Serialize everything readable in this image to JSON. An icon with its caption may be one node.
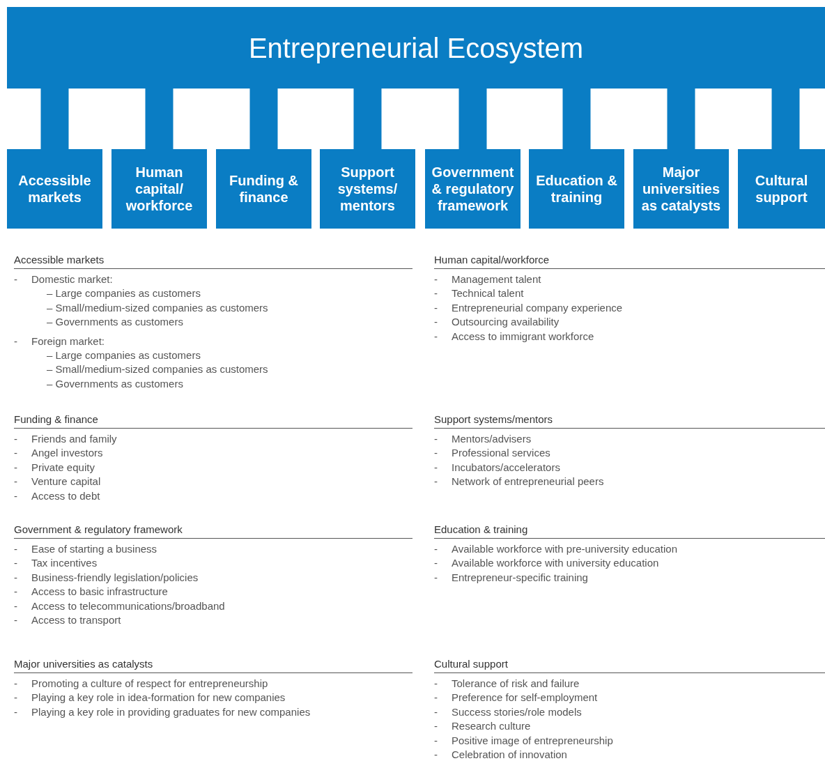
{
  "diagram": {
    "nodes": [
      {
        "text": [
          "Entrepreneurial Ecosystem"
        ]
      },
      {
        "text": [
          "Accessible markets"
        ]
      },
      {
        "text": [
          "Human capital/ workforce"
        ]
      },
      {
        "text": [
          "Funding & finance"
        ]
      },
      {
        "text": [
          "Support systems/ mentors"
        ]
      },
      {
        "text": [
          "Government & regulatory framework"
        ]
      },
      {
        "text": [
          "Education & training"
        ]
      },
      {
        "text": [
          "Major universities as catalysts"
        ]
      },
      {
        "text": [
          "Cultural support"
        ]
      }
    ],
    "edges": [
      {
        "from": 0,
        "to": 1,
        "arrow": "none"
      },
      {
        "from": 0,
        "to": 2,
        "arrow": "none"
      },
      {
        "from": 0,
        "to": 3,
        "arrow": "none"
      },
      {
        "from": 0,
        "to": 4,
        "arrow": "none"
      },
      {
        "from": 0,
        "to": 5,
        "arrow": "none"
      },
      {
        "from": 0,
        "to": 6,
        "arrow": "none"
      },
      {
        "from": 0,
        "to": 7,
        "arrow": "none"
      },
      {
        "from": 0,
        "to": 8,
        "arrow": "none"
      }
    ],
    "labels": [
      "Accessible markets",
      "-",
      "Domestic market:",
      "– Large companies as customers",
      "– Small/medium-sized companies as customers",
      "– Governments as customers",
      "-",
      "Foreign market:",
      "– Large companies as customers",
      "– Small/medium-sized companies as customers",
      "– Governments as customers",
      "Human capital/workforce",
      "-",
      "Management talent",
      "-",
      "Technical talent",
      "-",
      "Entrepreneurial company experience",
      "-",
      "Outsourcing availability",
      "-",
      "Access to immigrant workforce",
      "Funding & finance",
      "-",
      "Friends and family",
      "-",
      "Angel investors",
      "-",
      "Private equity",
      "-",
      "Venture capital",
      "-",
      "Access to debt",
      "Support systems/mentors",
      "-",
      "Mentors/advisers",
      "-",
      "Professional services",
      "-",
      "Incubators/accelerators",
      "-",
      "Network of entrepreneurial peers",
      "Government & regulatory framework",
      "-",
      "Ease of starting a business",
      "-",
      "Tax incentives",
      "-",
      "Business-friendly legislation/policies",
      "-",
      "Access to basic infrastructure",
      "-",
      "Access to telecommunications/broadband",
      "-",
      "Access to transport",
      "Education & training",
      "-",
      "Available workforce with pre-university education",
      "-",
      "Available workforce with university education",
      "-",
      "Entrepreneur-specific training",
      "Major universities as catalysts",
      "-",
      "Promoting a culture of respect for entrepreneurship",
      "-",
      "Playing a key role in idea-formation for new companies",
      "-",
      "Playing a key role in providing graduates for new companies",
      "Cultural support",
      "-",
      "Tolerance of risk and failure",
      "-",
      "Preference for self-employment",
      "-",
      "Success stories/role models",
      "-",
      "Research culture",
      "-",
      "Positive image of entrepreneurship",
      "-",
      "Celebration of innovation"
    ]
  }
}
